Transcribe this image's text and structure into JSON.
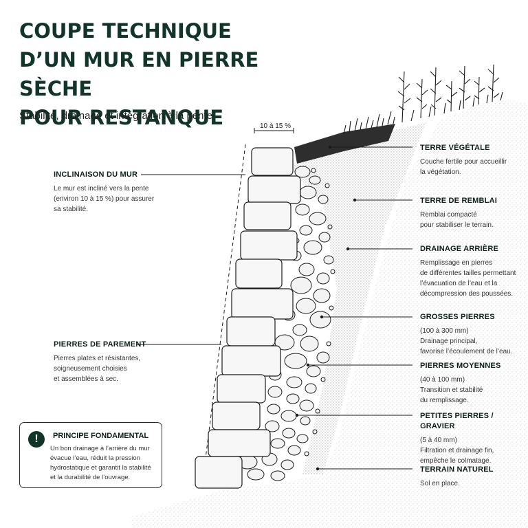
{
  "title": {
    "line1": "COUPE TECHNIQUE",
    "line2": "D’UN MUR EN PIERRE SÈCHE",
    "line3": "POUR RESTANQUE"
  },
  "subtitle": "Stabilité, drainage et intégration à la pente",
  "slope_label": "10 à 15 %",
  "left_annotations": {
    "inclinaison": {
      "heading": "INCLINAISON DU MUR",
      "body": "Le mur est incliné vers la pente\n(environ 10 à 15 %) pour assurer\nsa stabilité."
    },
    "parement": {
      "heading": "PIERRES DE PAREMENT",
      "body": "Pierres plates et résistantes,\nsoigneusement choisies\net assemblées à sec."
    }
  },
  "callout": {
    "icon": "exclamation-icon",
    "icon_glyph": "!",
    "heading": "PRINCIPE FONDAMENTAL",
    "body": "Un bon drainage à l’arrière du mur évacue l’eau, réduit la pression hydrostatique et garantit la stabilité et la durabilité de l’ouvrage."
  },
  "right_annotations": [
    {
      "heading": "TERRE VÉGÉTALE",
      "body": "Couche fertile pour accueillir\nla végétation."
    },
    {
      "heading": "TERRE DE REMBLAI",
      "body": "Remblai compacté\npour stabiliser le terrain."
    },
    {
      "heading": "DRAINAGE ARRIÈRE",
      "body": "Remplissage en pierres\nde différentes tailles permettant\nl’évacuation de l’eau et la\ndécompression des poussées."
    },
    {
      "heading": "GROSSES PIERRES",
      "body": "(100 à 300 mm)\nDrainage principal,\nfavorise l’écoulement de l’eau."
    },
    {
      "heading": "PIERRES MOYENNES",
      "body": "(40 à 100 mm)\nTransition et stabilité\ndu remplissage."
    },
    {
      "heading": "PETITES PIERRES / GRAVIER",
      "body": "(5 à 40 mm)\nFiltration et drainage fin,\nempêche le colmatage."
    },
    {
      "heading": "TERRAIN NATUREL",
      "body": "Sol en place."
    }
  ],
  "colors": {
    "title": "#12352a",
    "ink": "#1a1a1a",
    "stipple": "#9a9a9a"
  }
}
